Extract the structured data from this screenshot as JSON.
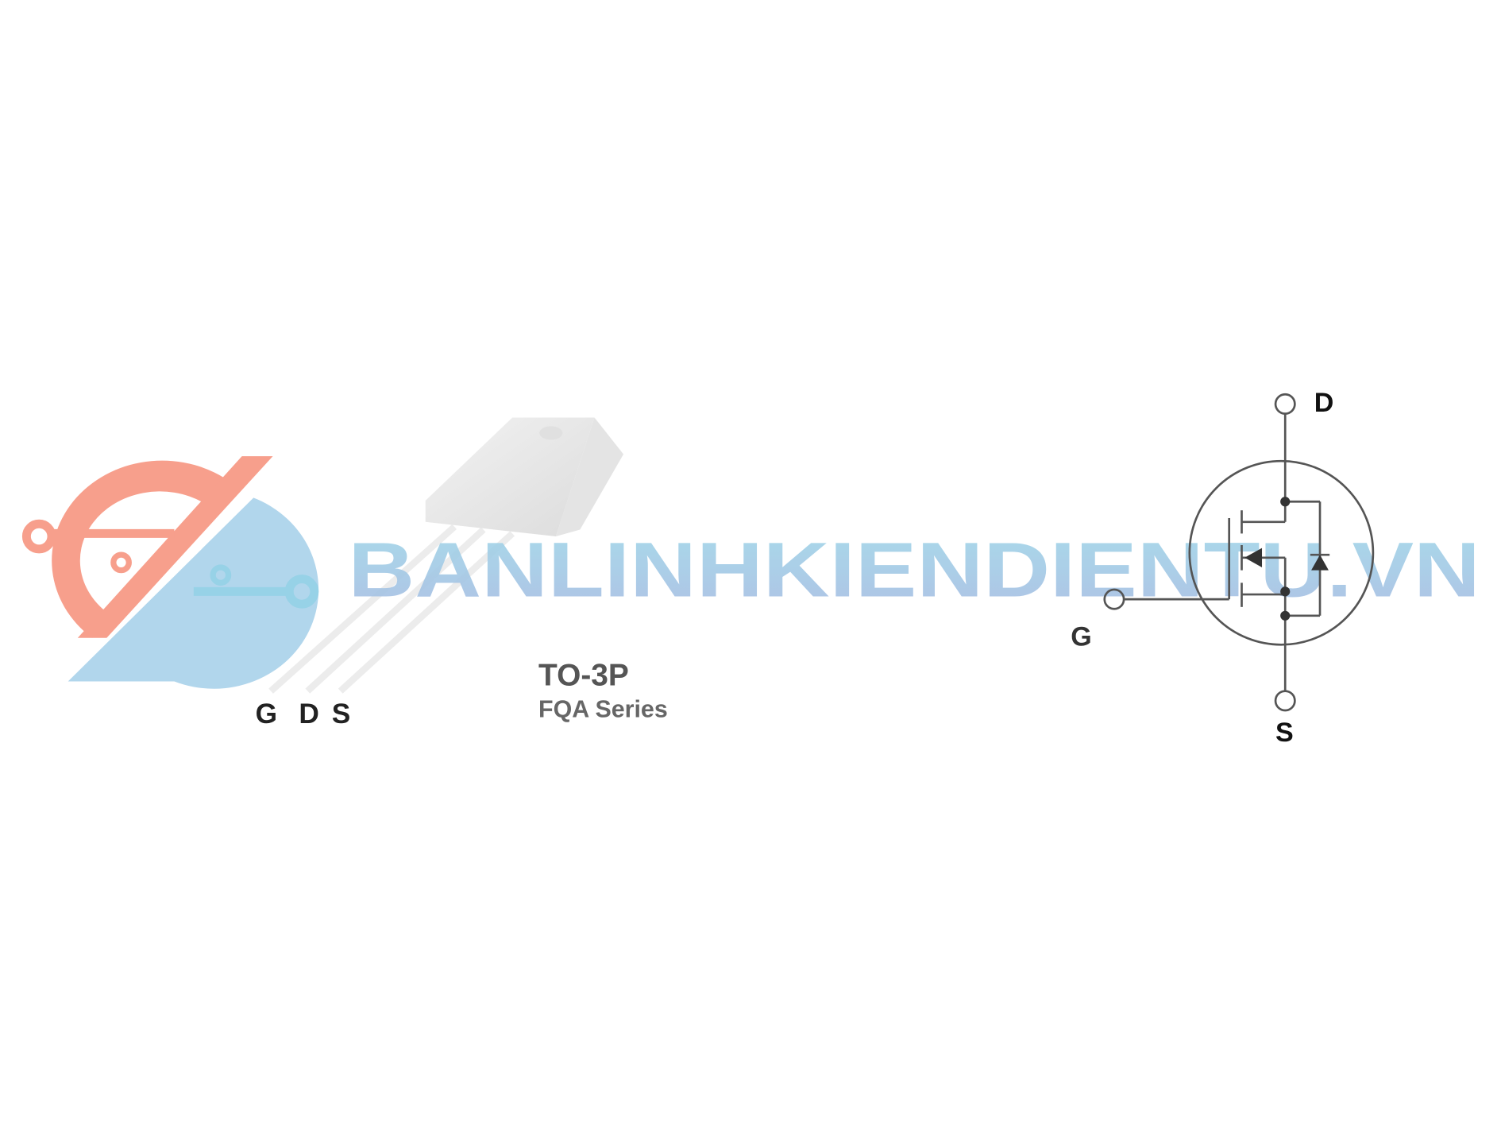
{
  "package": {
    "name": "TO-3P",
    "series": "FQA Series",
    "pins": [
      "G",
      "D",
      "S"
    ]
  },
  "schematic": {
    "drain_label": "D",
    "gate_label": "G",
    "source_label": "S"
  },
  "watermark": {
    "text": "BANLINHKIENDIENTU.VN",
    "colors": {
      "logo_red": "#f79a86",
      "logo_blue": "#8fcde6",
      "text_blue": "#93cfe4"
    }
  }
}
